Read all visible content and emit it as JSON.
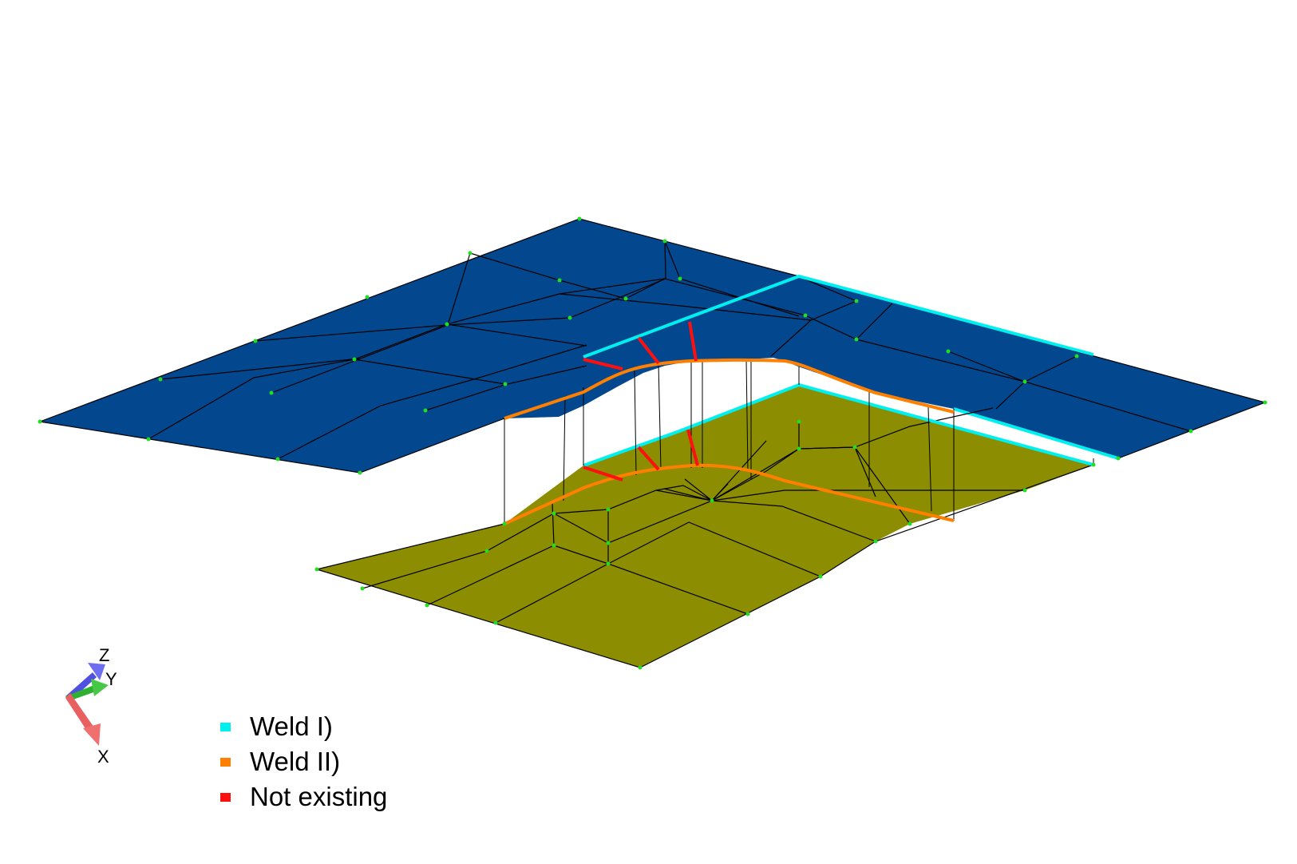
{
  "colors": {
    "upper_plate": "#03488F",
    "lower_plate": "#8C8D00",
    "mesh_line": "#000000",
    "node": "#22DD22",
    "weld_1": "#00F0F0",
    "weld_2": "#FF8000",
    "not_existing": "#FF1010"
  },
  "legend": [
    {
      "label": "Weld I)",
      "color": "#00F0F0"
    },
    {
      "label": "Weld II)",
      "color": "#FF8000"
    },
    {
      "label": "Not existing",
      "color": "#FF1010"
    }
  ],
  "axes": {
    "x_label": "X",
    "y_label": "Y",
    "z_label": "Z",
    "x_color": "#E86060",
    "y_color": "#30B030",
    "z_color": "#5050E0"
  }
}
